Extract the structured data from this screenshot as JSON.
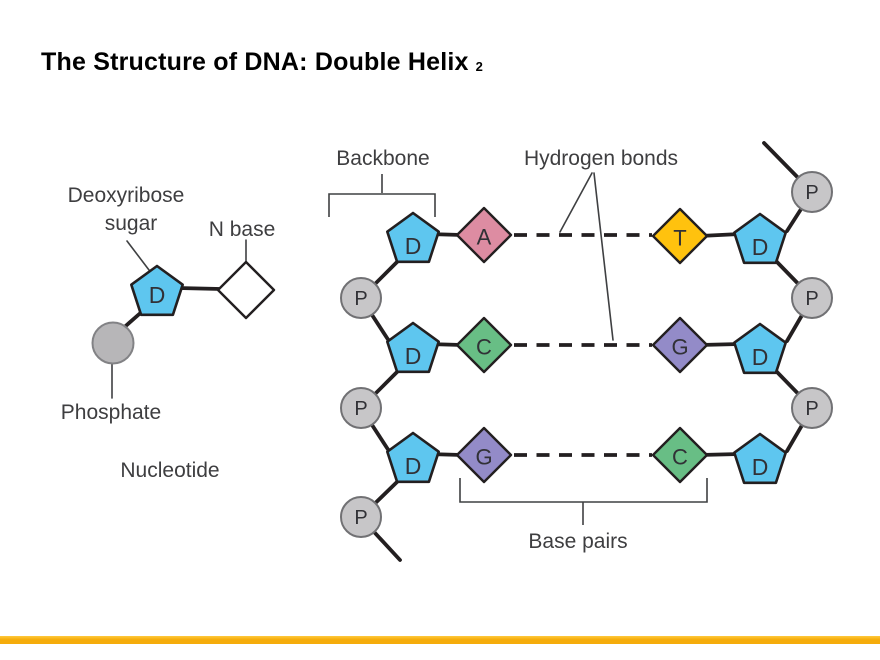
{
  "title": {
    "text": "The Structure of DNA: Double Helix",
    "page_number": "2"
  },
  "colors": {
    "outline": "#231F20",
    "label_text": "#3E3E40",
    "title_color": "#000000",
    "deoxyribose_fill": "#5EC6EF",
    "adenine_fill": "#DD8CA2",
    "thymine_fill": "#FFC20E",
    "cytosine_fill": "#68BE85",
    "guanine_fill": "#938BC8",
    "nbase_fill": "#FFFFFF",
    "phosphate_fill": "#C7C6C8",
    "phosphate_stroke": "#717174",
    "legend_phosphate_fill": "#B7B6B8",
    "accent_bar": "#F5AC0B",
    "accent_bar_light": "#FFC93C"
  },
  "nucleotide_legend": {
    "deoxyribose_label_line1": "Deoxyribose",
    "deoxyribose_label_line2": "sugar",
    "nbase_label": "N base",
    "phosphate_label": "Phosphate",
    "nucleotide_label": "Nucleotide",
    "sugar_letter": "D"
  },
  "helix": {
    "backbone_label": "Backbone",
    "hydrogen_bonds_label": "Hydrogen bonds",
    "base_pairs_label": "Base pairs",
    "sugar_letter": "D",
    "phosphate_letter": "P",
    "rows": [
      {
        "left_base": "A",
        "right_base": "T"
      },
      {
        "left_base": "C",
        "right_base": "G"
      },
      {
        "left_base": "G",
        "right_base": "C"
      }
    ]
  }
}
